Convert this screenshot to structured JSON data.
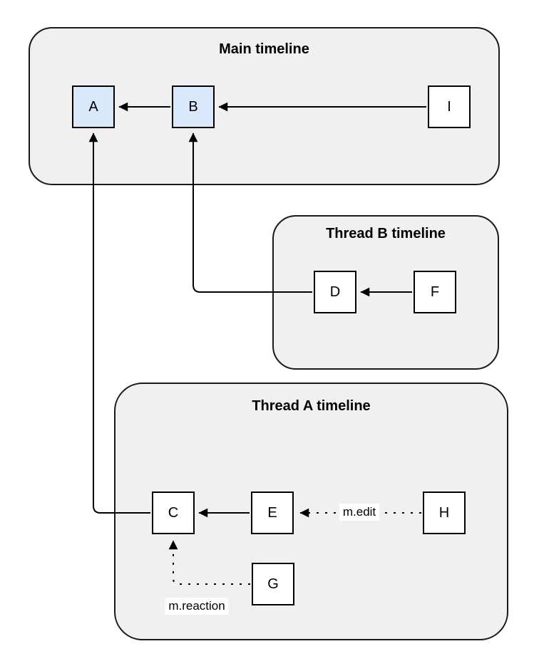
{
  "diagram": {
    "type": "event-graph",
    "containers": [
      {
        "id": "main",
        "title": "Main timeline"
      },
      {
        "id": "thread-b",
        "title": "Thread B timeline"
      },
      {
        "id": "thread-a",
        "title": "Thread A timeline"
      }
    ],
    "events": [
      {
        "id": "A",
        "label": "A",
        "container": "main",
        "highlighted": true
      },
      {
        "id": "B",
        "label": "B",
        "container": "main",
        "highlighted": true
      },
      {
        "id": "I",
        "label": "I",
        "container": "main",
        "highlighted": false
      },
      {
        "id": "D",
        "label": "D",
        "container": "thread-b",
        "highlighted": false
      },
      {
        "id": "F",
        "label": "F",
        "container": "thread-b",
        "highlighted": false
      },
      {
        "id": "C",
        "label": "C",
        "container": "thread-a",
        "highlighted": false
      },
      {
        "id": "E",
        "label": "E",
        "container": "thread-a",
        "highlighted": false
      },
      {
        "id": "H",
        "label": "H",
        "container": "thread-a",
        "highlighted": false
      },
      {
        "id": "G",
        "label": "G",
        "container": "thread-a",
        "highlighted": false
      }
    ],
    "edges": [
      {
        "from": "B",
        "to": "A",
        "style": "solid",
        "label": ""
      },
      {
        "from": "I",
        "to": "B",
        "style": "solid",
        "label": ""
      },
      {
        "from": "F",
        "to": "D",
        "style": "solid",
        "label": ""
      },
      {
        "from": "D",
        "to": "B",
        "style": "solid",
        "label": ""
      },
      {
        "from": "E",
        "to": "C",
        "style": "solid",
        "label": ""
      },
      {
        "from": "C",
        "to": "A",
        "style": "solid",
        "label": ""
      },
      {
        "from": "H",
        "to": "E",
        "style": "dotted",
        "label": "m.edit"
      },
      {
        "from": "G",
        "to": "C",
        "style": "dotted",
        "label": "m.reaction"
      }
    ],
    "edge_labels": {
      "m_edit": "m.edit",
      "m_reaction": "m.reaction"
    },
    "colors": {
      "container_fill": "#f0f0f0",
      "container_stroke": "#1a1a1a",
      "event_fill": "#ffffff",
      "event_fill_highlighted": "#dae8fc",
      "event_stroke": "#000000",
      "edge_stroke": "#000000",
      "background": "#ffffff",
      "text": "#000000"
    }
  }
}
